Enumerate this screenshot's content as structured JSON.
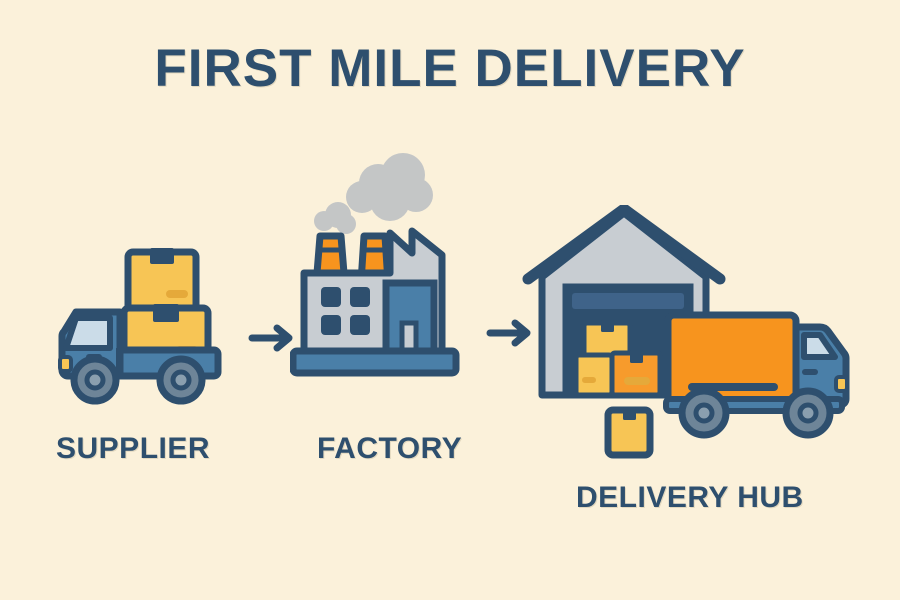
{
  "page": {
    "title": "FIRST MILE DELIVERY",
    "background_color": "#FBF1DA"
  },
  "palette": {
    "background": "#FBF1DA",
    "navy_outline": "#2E4F6E",
    "truck_blue": "#4A7FA8",
    "truck_blue_dark": "#3C6C92",
    "window_light": "#CBDCE8",
    "box_yellow": "#F7C555",
    "box_yellow_dark": "#E5A93A",
    "box_orange": "#F79B2C",
    "orange": "#F7941E",
    "gray_building": "#C8CDD2",
    "gray_smoke": "#C4C6C6",
    "wheel_gray": "#6E8598",
    "title_color": "#2E4F6E"
  },
  "flow": {
    "stages": [
      {
        "id": "supplier",
        "label": "SUPPLIER",
        "icon": "delivery-truck-with-boxes-icon",
        "box_count": 2
      },
      {
        "id": "factory",
        "label": "FACTORY",
        "icon": "factory-with-smokestacks-icon",
        "smokestack_count": 2,
        "window_count": 4,
        "smoke_cloud_count": 2
      },
      {
        "id": "delivery_hub",
        "label": "DELIVERY HUB",
        "icon": "warehouse-with-box-truck-icon",
        "box_count": 4
      }
    ],
    "connectors": [
      {
        "id": "arrow-1",
        "direction": "right",
        "from": "supplier",
        "to": "factory"
      },
      {
        "id": "arrow-2",
        "direction": "right",
        "from": "factory",
        "to": "delivery_hub"
      }
    ]
  }
}
